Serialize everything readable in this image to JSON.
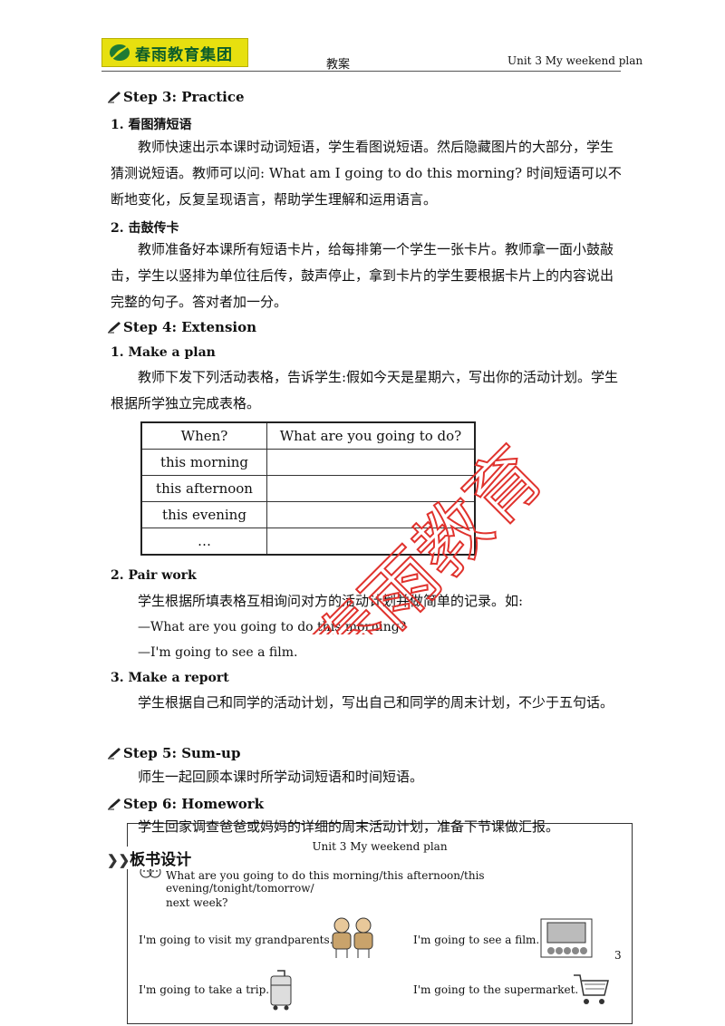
{
  "header": {
    "logo_text": "春雨教育集团",
    "center": "教案",
    "right": "Unit 3 My weekend plan"
  },
  "step3": {
    "title": "Step 3: Practice",
    "item1_title": "1. 看图猜短语",
    "item1_text": "教师快速出示本课时动词短语，学生看图说短语。然后隐藏图片的大部分，学生猜测说短语。教师可以问: What am I going to do this morning? 时间短语可以不断地变化，反复呈现语言，帮助学生理解和运用语言。",
    "item2_title": "2. 击鼓传卡",
    "item2_text": "教师准备好本课所有短语卡片，给每排第一个学生一张卡片。教师拿一面小鼓敲击，学生以竖排为单位往后传，鼓声停止，拿到卡片的学生要根据卡片上的内容说出完整的句子。答对者加一分。"
  },
  "step4": {
    "title": "Step 4: Extension",
    "item1_title": "1. Make a plan",
    "item1_text": "教师下发下列活动表格，告诉学生:假如今天是星期六，写出你的活动计划。学生根据所学独立完成表格。",
    "table": {
      "headers": [
        "When?",
        "What are you going to do?"
      ],
      "rows": [
        "this morning",
        "this afternoon",
        "this evening",
        "…"
      ]
    },
    "item2_title": "2. Pair work",
    "item2_text": "学生根据所填表格互相询问对方的活动计划并做简单的记录。如:",
    "dialog1": "—What are you going to do this morning?",
    "dialog2": "—I'm going to see a film.",
    "item3_title": "3. Make a report",
    "item3_text": "学生根据自己和同学的活动计划，写出自己和同学的周末计划，不少于五句话。"
  },
  "step5": {
    "title": "Step 5: Sum-up",
    "text": "师生一起回顾本课时所学动词短语和时间短语。"
  },
  "step6": {
    "title": "Step 6: Homework",
    "text": "学生回家调查爸爸或妈妈的详细的周末活动计划，准备下节课做汇报。"
  },
  "board": {
    "section_title": "板书设计",
    "title": "Unit 3 My weekend plan",
    "question_line1": "What are you going to do this morning/this afternoon/this evening/tonight/tomorrow/",
    "question_line2": "next week?",
    "s1": "I'm going to visit my grandparents.",
    "s2": "I'm going to see a film.",
    "s3": "I'm going to take a trip.",
    "s4": "I'm going to the supermarket."
  },
  "page_number": "3",
  "watermark": "春雨教育",
  "colors": {
    "logo_bg": "#e7e00f",
    "logo_text": "#0c5d2a",
    "watermark": "#e0322d"
  }
}
